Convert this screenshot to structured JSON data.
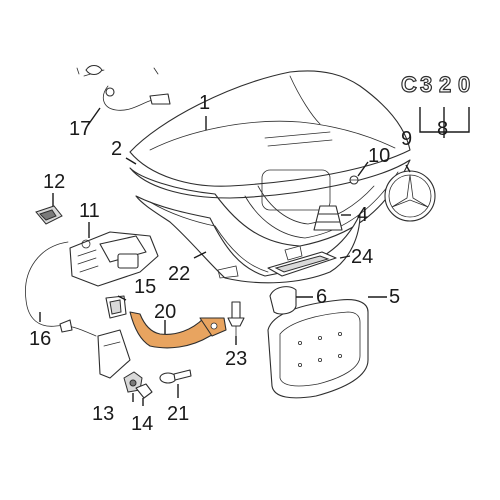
{
  "callouts": {
    "c1": "1",
    "c2": "2",
    "c4": "4",
    "c5": "5",
    "c6": "6",
    "c8": "8",
    "c9": "9",
    "c10": "10",
    "c11": "11",
    "c12": "12",
    "c13": "13",
    "c14": "14",
    "c15": "15",
    "c16": "16",
    "c17": "17",
    "c20": "20",
    "c21": "21",
    "c22": "22",
    "c23": "23",
    "c24": "24"
  },
  "badge": {
    "l1": "C",
    "l2": "3",
    "l3": "2",
    "l4": "0"
  },
  "colors": {
    "highlight": "#e8a460",
    "line": "#2e2e2e"
  }
}
